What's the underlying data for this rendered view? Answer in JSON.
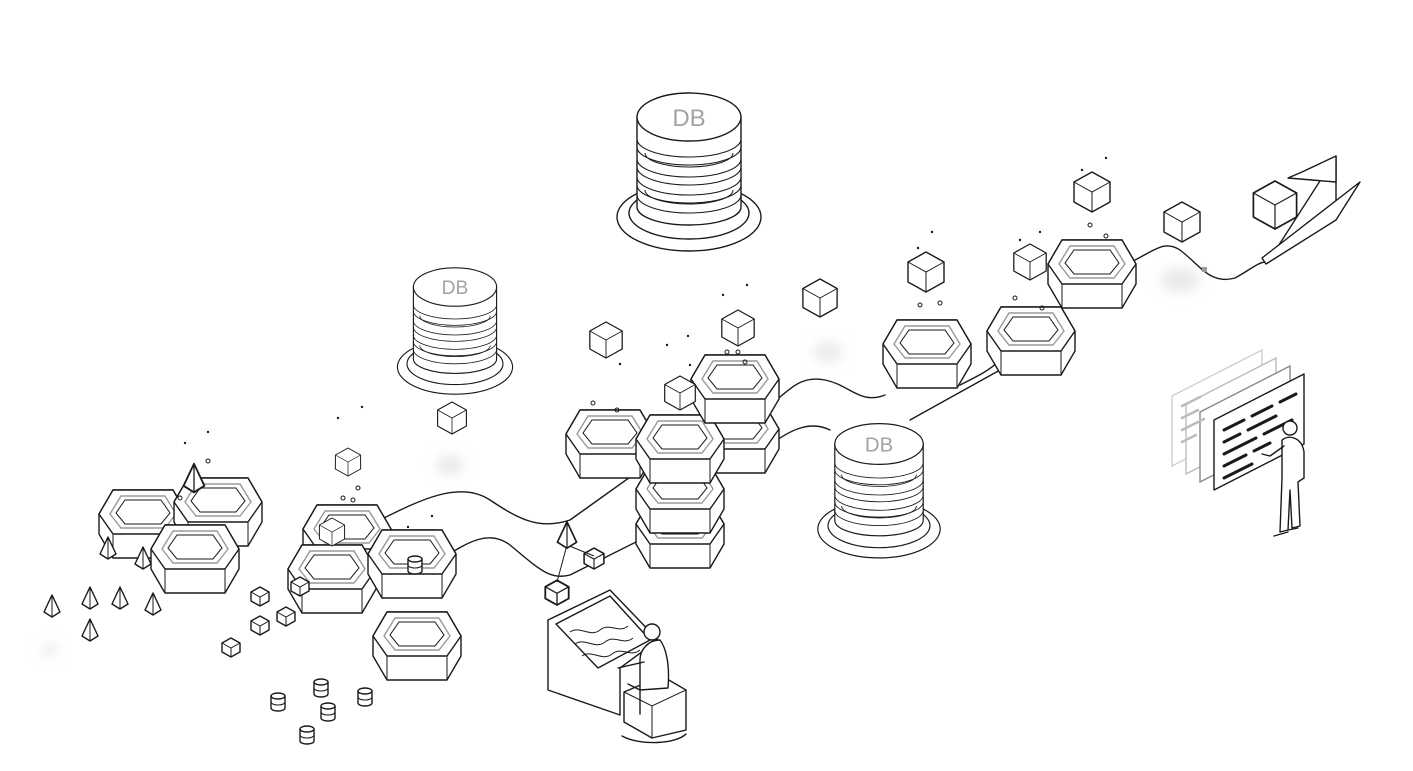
{
  "illustration": {
    "databases": [
      {
        "label": "DB"
      },
      {
        "label": "DB"
      },
      {
        "label": "DB"
      }
    ]
  }
}
